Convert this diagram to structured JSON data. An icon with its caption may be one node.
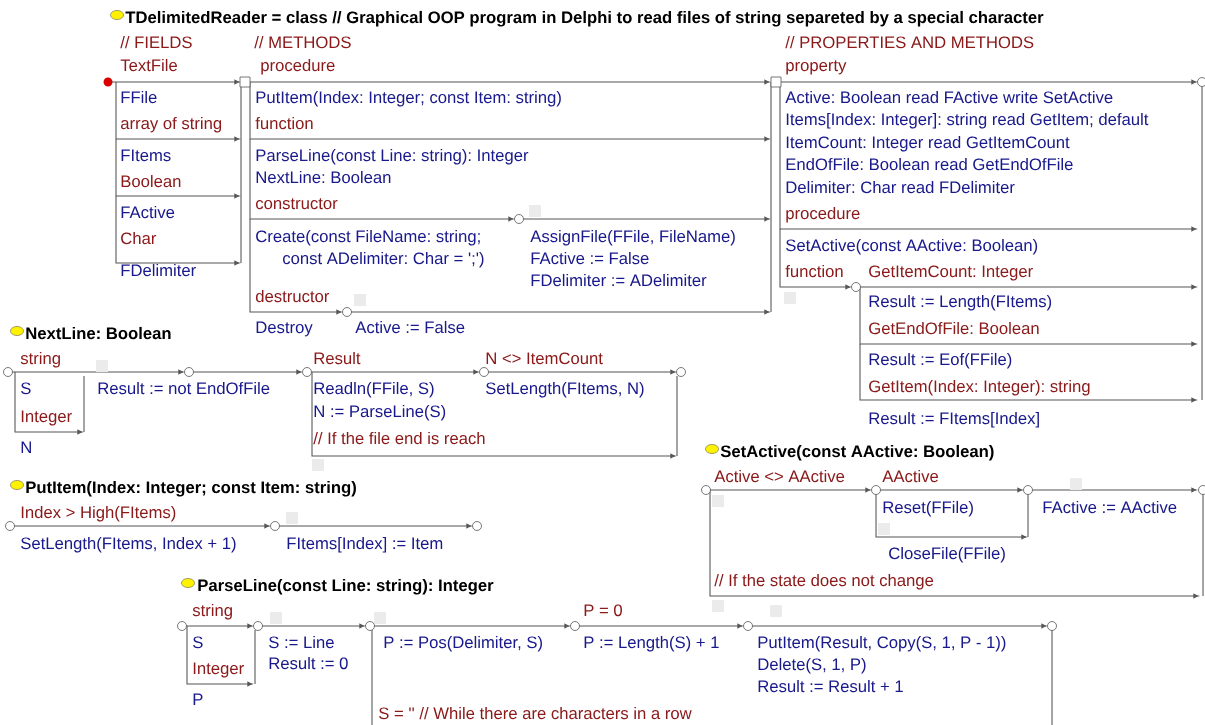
{
  "diagram": {
    "title": "TDelimitedReader = class  // Graphical OOP program in Delphi to read files of string separeted by a special character",
    "labels": [
      "//  FIELDS",
      "//  METHODS",
      "//  PROPERTIES AND METHODS",
      "TextFile",
      "procedure",
      "property",
      "FFile",
      "PutItem(Index: Integer; const Item: string)",
      "Active: Boolean read FActive write SetActive",
      "array of string",
      "function",
      "Items[Index: Integer]: string read GetItem; default",
      "ItemCount: Integer read GetItemCount",
      "FItems",
      "ParseLine(const Line: string): Integer",
      "EndOfFile: Boolean read GetEndOfFile",
      "Boolean",
      "NextLine: Boolean",
      "Delimiter: Char read FDelimiter",
      "FActive",
      "constructor",
      "procedure",
      "Char",
      "Create(const FileName: string;",
      "const ADelimiter: Char = ';')",
      "AssignFile(FFile, FileName)",
      "SetActive(const AActive: Boolean)",
      "FActive := False",
      "FDelimiter",
      "function",
      "GetItemCount: Integer",
      "FDelimiter := ADelimiter",
      "destructor",
      "Result := Length(FItems)",
      "NextLine: Boolean",
      "Destroy",
      "Active := False",
      "GetEndOfFile: Boolean",
      "string",
      "Result",
      "N <> ItemCount",
      "Result := Eof(FFile)",
      "S",
      "Result := not EndOfFile",
      "Readln(FFile, S)",
      "SetLength(FItems, N)",
      "GetItem(Index: Integer): string",
      "Integer",
      "N := ParseLine(S)",
      "Result := FItems[Index]",
      "// If the file end is reach",
      "N",
      "SetActive(const AActive: Boolean)",
      "Active <> AActive",
      "AActive",
      "PutItem(Index: Integer; const Item: string)",
      "Index > High(FItems)",
      "Reset(FFile)",
      "FActive := AActive",
      "SetLength(FItems, Index + 1)",
      "FItems[Index] := Item",
      "CloseFile(FFile)",
      "ParseLine(const Line: string): Integer",
      "// If the state does not change",
      "string",
      "P = 0",
      "S",
      "S := Line",
      "P := Pos(Delimiter, S)",
      "P := Length(S) + 1",
      "PutItem(Result, Copy(S, 1, P - 1))",
      "Integer",
      "Result := 0",
      "Delete(S, 1, P)",
      "Result := Result + 1",
      "P",
      "S = ''  // While there are characters in a row"
    ]
  }
}
